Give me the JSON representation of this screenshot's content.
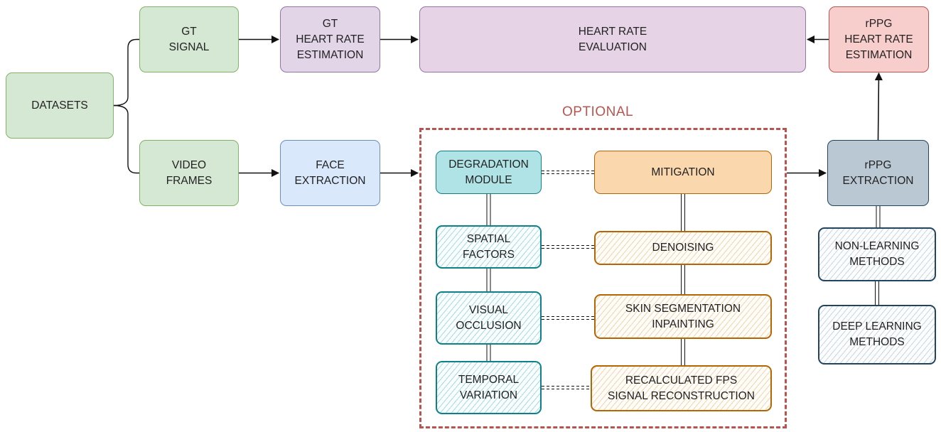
{
  "diagram": {
    "region_label": "OPTIONAL",
    "nodes": [
      {
        "id": "datasets",
        "lines": [
          "DATASETS"
        ],
        "fill": "#d5e8d4",
        "stroke": "#82b366"
      },
      {
        "id": "gt-signal",
        "lines": [
          "GT",
          "SIGNAL"
        ],
        "fill": "#d5e8d4",
        "stroke": "#82b366"
      },
      {
        "id": "video-frames",
        "lines": [
          "VIDEO",
          "FRAMES"
        ],
        "fill": "#d5e8d4",
        "stroke": "#82b366"
      },
      {
        "id": "gt-heart-rate-estimation",
        "lines": [
          "GT",
          "HEART RATE",
          "ESTIMATION"
        ],
        "fill": "#e1d5e7",
        "stroke": "#9673a6"
      },
      {
        "id": "heart-rate-evaluation",
        "lines": [
          "HEART RATE",
          "EVALUATION"
        ],
        "fill": "#e6d4e6",
        "stroke": "#9673a6"
      },
      {
        "id": "rppg-heart-rate-estimation",
        "lines": [
          "rPPG",
          "HEART RATE",
          "ESTIMATION"
        ],
        "fill": "#f8cecc",
        "stroke": "#b85450"
      },
      {
        "id": "face-extraction",
        "lines": [
          "FACE",
          "EXTRACTION"
        ],
        "fill": "#dae8fc",
        "stroke": "#6c8ebf"
      },
      {
        "id": "degradation-module",
        "lines": [
          "DEGRADATION",
          "MODULE"
        ],
        "fill": "#b0e3e6",
        "stroke": "#0e8088"
      },
      {
        "id": "mitigation",
        "lines": [
          "MITIGATION"
        ],
        "fill": "#fad7ac",
        "stroke": "#b46504"
      },
      {
        "id": "spatial-factors",
        "lines": [
          "SPATIAL",
          "FACTORS"
        ],
        "stroke": "#0e8088"
      },
      {
        "id": "visual-occlusion",
        "lines": [
          "VISUAL",
          "OCCLUSION"
        ],
        "stroke": "#0e8088"
      },
      {
        "id": "temporal-variation",
        "lines": [
          "TEMPORAL",
          "VARIATION"
        ],
        "stroke": "#0e8088"
      },
      {
        "id": "denoising",
        "lines": [
          "DENOISING"
        ],
        "stroke": "#b46504"
      },
      {
        "id": "skin-segmentation-inpainting",
        "lines": [
          "SKIN SEGMENTATION",
          "INPAINTING"
        ],
        "stroke": "#b46504"
      },
      {
        "id": "recalculated-fps-signal-reconstruction",
        "lines": [
          "RECALCULATED FPS",
          "SIGNAL RECONSTRUCTION"
        ],
        "stroke": "#b46504"
      },
      {
        "id": "rppg-extraction",
        "lines": [
          "rPPG",
          "EXTRACTION"
        ],
        "fill": "#bac8d3",
        "stroke": "#23445d"
      },
      {
        "id": "non-learning-methods",
        "lines": [
          "NON-LEARNING",
          "METHODS"
        ],
        "stroke": "#23445d"
      },
      {
        "id": "deep-learning-methods",
        "lines": [
          "DEEP LEARNING",
          "METHODS"
        ],
        "stroke": "#23445d"
      }
    ],
    "edges": [
      {
        "from": "datasets",
        "to": "gt-signal",
        "style": "brace"
      },
      {
        "from": "datasets",
        "to": "video-frames",
        "style": "brace"
      },
      {
        "from": "gt-signal",
        "to": "gt-heart-rate-estimation",
        "style": "arrow"
      },
      {
        "from": "gt-heart-rate-estimation",
        "to": "heart-rate-evaluation",
        "style": "arrow"
      },
      {
        "from": "rppg-heart-rate-estimation",
        "to": "heart-rate-evaluation",
        "style": "arrow"
      },
      {
        "from": "video-frames",
        "to": "face-extraction",
        "style": "arrow"
      },
      {
        "from": "face-extraction",
        "to": "optional-region",
        "style": "arrow"
      },
      {
        "from": "optional-region",
        "to": "rppg-extraction",
        "style": "arrow"
      },
      {
        "from": "rppg-extraction",
        "to": "rppg-heart-rate-estimation",
        "style": "arrow"
      },
      {
        "from": "degradation-module",
        "to": "mitigation",
        "style": "dashed-double"
      },
      {
        "from": "spatial-factors",
        "to": "denoising",
        "style": "dashed-double"
      },
      {
        "from": "visual-occlusion",
        "to": "skin-segmentation-inpainting",
        "style": "dashed-double"
      },
      {
        "from": "temporal-variation",
        "to": "recalculated-fps-signal-reconstruction",
        "style": "dashed-double"
      },
      {
        "from": "degradation-module",
        "to": "spatial-factors",
        "style": "double"
      },
      {
        "from": "spatial-factors",
        "to": "visual-occlusion",
        "style": "double"
      },
      {
        "from": "visual-occlusion",
        "to": "temporal-variation",
        "style": "double"
      },
      {
        "from": "mitigation",
        "to": "denoising",
        "style": "double"
      },
      {
        "from": "denoising",
        "to": "skin-segmentation-inpainting",
        "style": "double"
      },
      {
        "from": "skin-segmentation-inpainting",
        "to": "recalculated-fps-signal-reconstruction",
        "style": "double"
      },
      {
        "from": "rppg-extraction",
        "to": "non-learning-methods",
        "style": "double"
      },
      {
        "from": "non-learning-methods",
        "to": "deep-learning-methods",
        "style": "double"
      }
    ]
  }
}
